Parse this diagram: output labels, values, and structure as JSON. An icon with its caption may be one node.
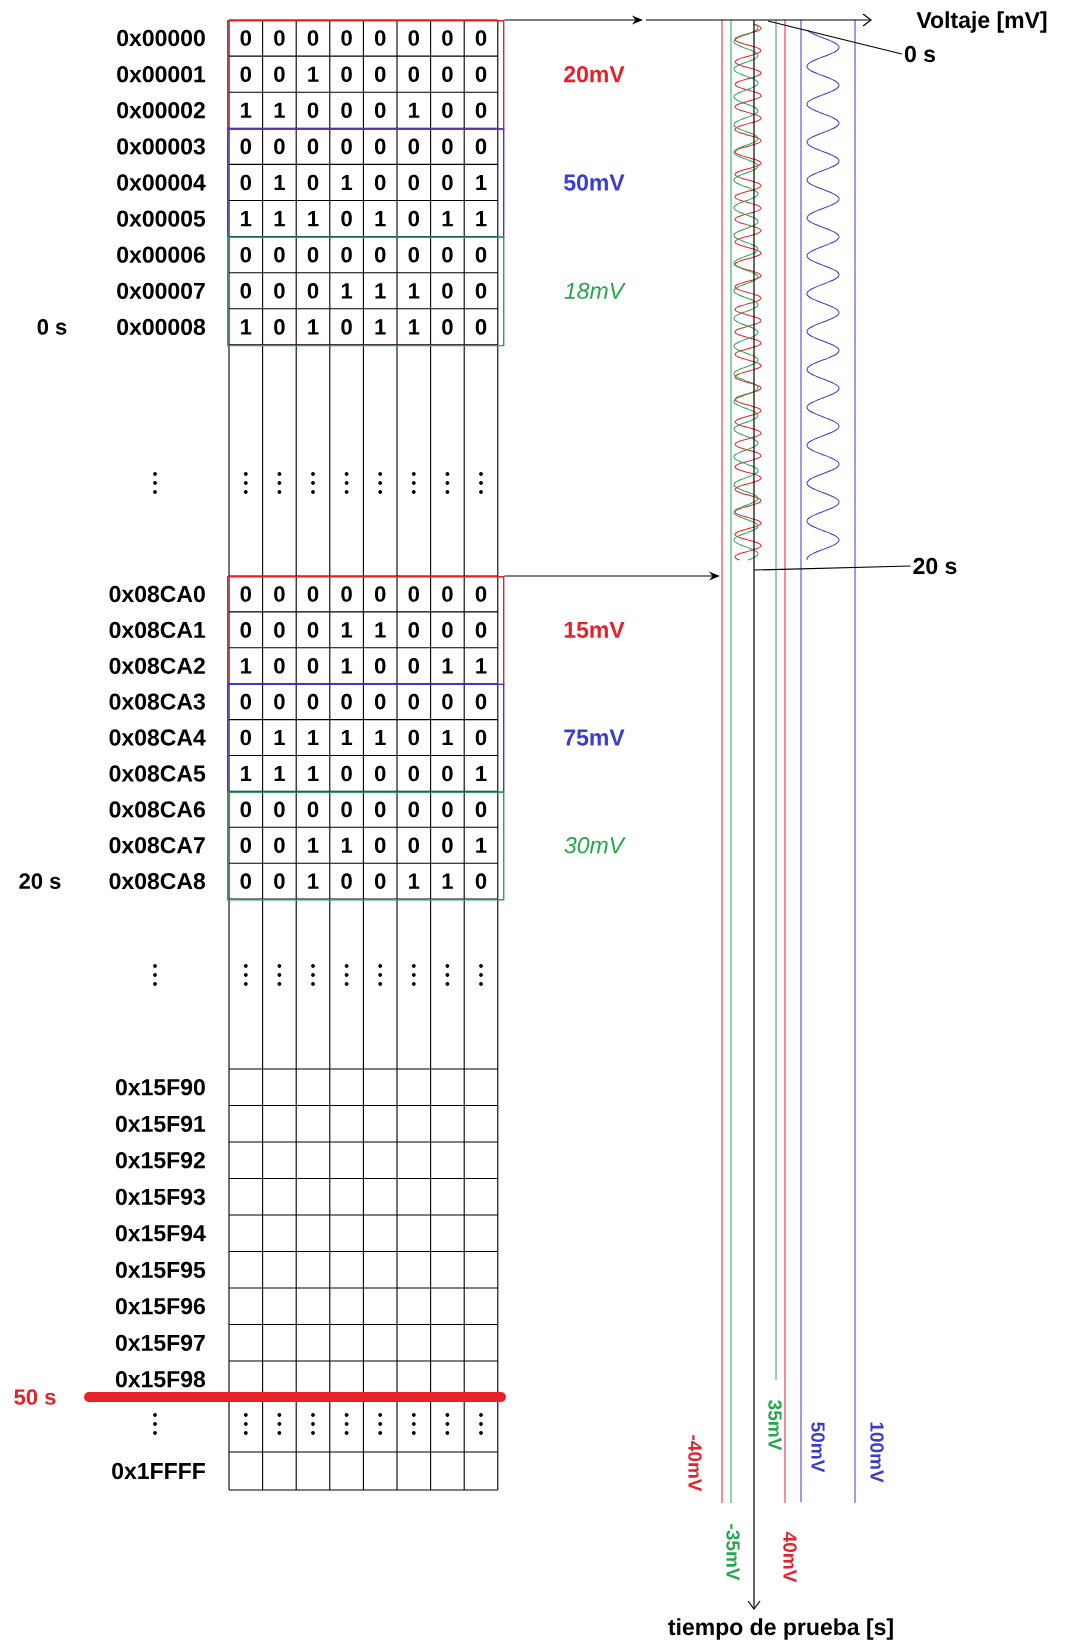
{
  "diagram": {
    "nodes": [
      {
        "text": [],
        "shape": "box",
        "beside": [
          "20mV"
        ]
      },
      {
        "text": [],
        "shape": "box",
        "beside": [
          "50mV"
        ]
      },
      {
        "text": [],
        "shape": "box",
        "beside": [
          "18mV"
        ]
      },
      {
        "text": [],
        "shape": "box",
        "beside": [
          "15mV"
        ]
      },
      {
        "text": [],
        "shape": "box",
        "beside": [
          "75mV"
        ]
      },
      {
        "text": [],
        "shape": "box",
        "beside": [
          "30mV"
        ]
      },
      {
        "text": [
          "0 s"
        ]
      },
      {
        "text": [
          "20 s"
        ]
      }
    ],
    "edges": [
      {
        "from": 0,
        "to": null,
        "arrow": "to"
      },
      {
        "from": 3,
        "to": null,
        "arrow": "to"
      },
      {
        "from": 6,
        "to": null,
        "arrow": "none"
      },
      {
        "from": 7,
        "to": null,
        "arrow": "none"
      }
    ],
    "labels": [
      "0x00000",
      "0",
      "0",
      "0",
      "0",
      "0",
      "0",
      "0",
      "0",
      "0x00001",
      "0",
      "0",
      "1",
      "0",
      "0",
      "0",
      "0",
      "0",
      "0x00002",
      "1",
      "1",
      "0",
      "0",
      "0",
      "1",
      "0",
      "0",
      "0x00003",
      "0",
      "0",
      "0",
      "0",
      "0",
      "0",
      "0",
      "0",
      "0x00004",
      "0",
      "1",
      "0",
      "1",
      "0",
      "0",
      "0",
      "1",
      "0x00005",
      "1",
      "1",
      "1",
      "0",
      "1",
      "0",
      "1",
      "1",
      "0x00006",
      "0",
      "0",
      "0",
      "0",
      "0",
      "0",
      "0",
      "0",
      "0x00007",
      "0",
      "0",
      "0",
      "1",
      "1",
      "1",
      "0",
      "0",
      "0 s",
      "0x00008",
      "1",
      "0",
      "1",
      "0",
      "1",
      "1",
      "0",
      "0",
      "0x08CA0",
      "0",
      "0",
      "0",
      "0",
      "0",
      "0",
      "0",
      "0",
      "0x08CA1",
      "0",
      "0",
      "0",
      "1",
      "1",
      "0",
      "0",
      "0",
      "0x08CA2",
      "1",
      "0",
      "0",
      "1",
      "0",
      "0",
      "1",
      "1",
      "0x08CA3",
      "0",
      "0",
      "0",
      "0",
      "0",
      "0",
      "0",
      "0",
      "0x08CA4",
      "0",
      "1",
      "1",
      "1",
      "1",
      "0",
      "1",
      "0",
      "0x08CA5",
      "1",
      "1",
      "1",
      "0",
      "0",
      "0",
      "0",
      "1",
      "0x08CA6",
      "0",
      "0",
      "0",
      "0",
      "0",
      "0",
      "0",
      "0",
      "0x08CA7",
      "0",
      "0",
      "1",
      "1",
      "0",
      "0",
      "0",
      "1",
      "20 s",
      "0x08CA8",
      "0",
      "0",
      "1",
      "0",
      "0",
      "1",
      "1",
      "0",
      "0x15F90",
      "0x15F91",
      "0x15F92",
      "0x15F93",
      "0x15F94",
      "0x15F95",
      "0x15F96",
      "0x15F97",
      "0x15F98",
      "50 s",
      "0x1FFFF",
      "Voltaje [mV]",
      "-40mV",
      "-35mV",
      "35mV",
      "40mV",
      "50mV",
      "100mV",
      "tiempo de prueba [s]"
    ]
  }
}
